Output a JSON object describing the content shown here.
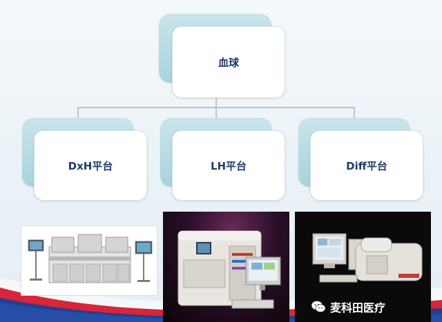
{
  "diagram": {
    "root": {
      "label": "血球"
    },
    "children": [
      {
        "label": "DxH平台"
      },
      {
        "label": "LH平台"
      },
      {
        "label": "Diff平台"
      }
    ]
  },
  "photos": [
    {
      "subject": "DxH analyzer line"
    },
    {
      "subject": "LH analyzer"
    },
    {
      "subject": "Diff analyzer"
    }
  ],
  "watermark": {
    "text": "麦科田医疗",
    "icon": "wechat-icon"
  },
  "colors": {
    "node_shadow": "#a9d3dc",
    "node_text": "#1f3b6b",
    "connector": "#b9c4cc",
    "swoosh_red": "#d8253a",
    "swoosh_blue": "#1f3f8f"
  }
}
